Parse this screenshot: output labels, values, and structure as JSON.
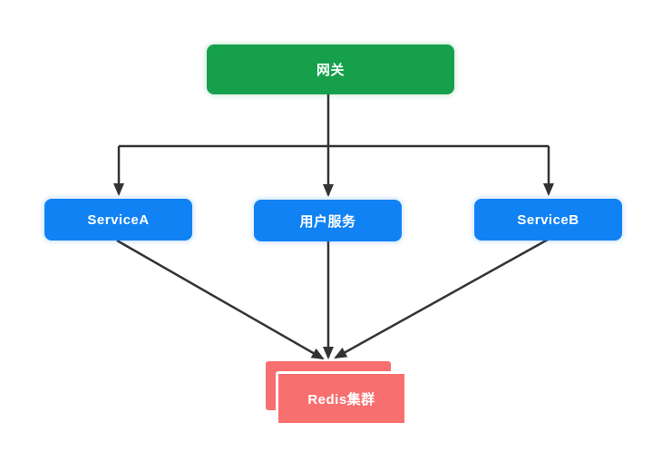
{
  "diagram": {
    "type": "flowchart",
    "background_color": "#ffffff",
    "edge_color": "#333333",
    "nodes": {
      "gateway": {
        "label": "网关",
        "color": "#16A04C",
        "text_color": "#ffffff",
        "shape": "rounded-rect"
      },
      "service_a": {
        "label": "ServiceA",
        "color": "#1182F4",
        "text_color": "#ffffff",
        "shape": "rounded-rect"
      },
      "user_service": {
        "label": "用户服务",
        "color": "#1182F4",
        "text_color": "#ffffff",
        "shape": "rounded-rect"
      },
      "service_b": {
        "label": "ServiceB",
        "color": "#1182F4",
        "text_color": "#ffffff",
        "shape": "rounded-rect"
      },
      "redis_cluster": {
        "label": "Redis集群",
        "color": "#F76F6F",
        "text_color": "#ffffff",
        "shape": "stacked-rect"
      }
    },
    "edges": [
      {
        "from": "gateway",
        "to": "service_a",
        "style": "orthogonal-arrow"
      },
      {
        "from": "gateway",
        "to": "user_service",
        "style": "straight-arrow"
      },
      {
        "from": "gateway",
        "to": "service_b",
        "style": "orthogonal-arrow"
      },
      {
        "from": "service_a",
        "to": "redis_cluster",
        "style": "straight-arrow"
      },
      {
        "from": "user_service",
        "to": "redis_cluster",
        "style": "straight-arrow"
      },
      {
        "from": "service_b",
        "to": "redis_cluster",
        "style": "straight-arrow"
      }
    ]
  }
}
